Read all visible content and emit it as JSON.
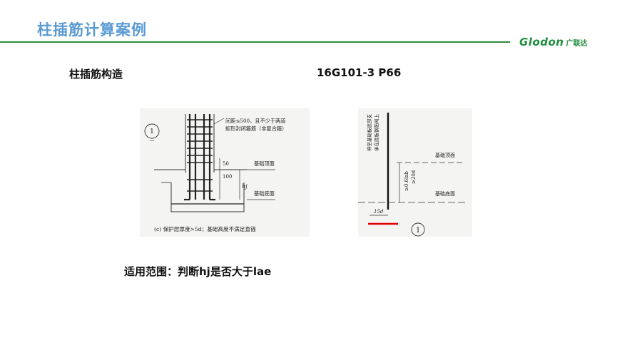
{
  "slide": {
    "title": "柱插筋计算案例",
    "logo_en": "Glodon",
    "logo_cn": "广联达",
    "subtitle": "柱插筋构造",
    "reference": "16G101-3  P66",
    "scope": "适用范围：判断hj是否大于lae"
  },
  "figure_left": {
    "callout_num": "1",
    "callout_sub": "—",
    "note_line1": "间距≤500，且不少于两道",
    "note_line2": "矩形封闭箍筋（非复合箍）",
    "label_top": "基础顶面",
    "label_bottom": "基础底面",
    "dim_50": "50",
    "dim_100": "100",
    "dim_hj": "hj",
    "caption": "(c) 保护层厚度>5d；基础高度不满足直锚"
  },
  "figure_right": {
    "vertical_note_1": "伸至基础板底部支",
    "vertical_note_2": "承在底板钢筋网上",
    "dim_06": "≥0.6lab",
    "dim_20d": "≥20d",
    "label_top": "基础顶面",
    "label_bottom": "基础底面",
    "dim_15d": "15d",
    "circle_num": "1"
  },
  "colors": {
    "title": "#5a9bd5",
    "rule": "#2e8b3d",
    "logo": "#1e8d3c",
    "highlight": "#e00000"
  }
}
